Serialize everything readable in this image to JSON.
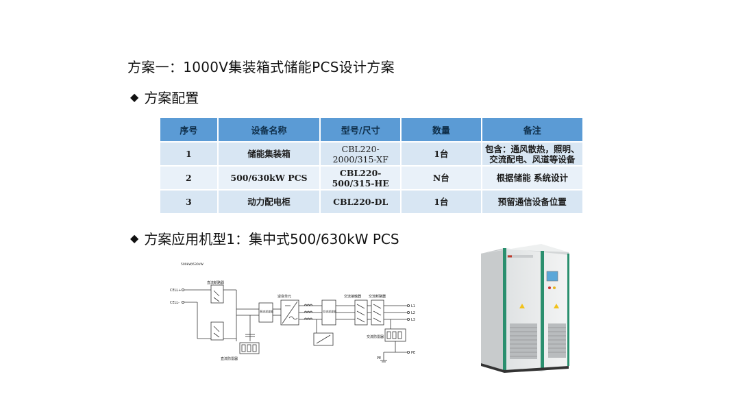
{
  "page": {
    "title": "方案一：1000V集装箱式储能PCS设计方案",
    "section1": "方案配置",
    "section2": "方案应用机型1：集中式500/630kW PCS",
    "bullet": "◆"
  },
  "table": {
    "headers": [
      "序号",
      "设备名称",
      "型号/尺寸",
      "数量",
      "备注"
    ],
    "rows": [
      [
        "1",
        "储能集装箱",
        "CBL220-2000/315-XF",
        "1台",
        "包含：通风散热，照明、交流配电、风道等设备"
      ],
      [
        "2",
        "500/630kW PCS",
        "CBL220-500/315-HE",
        "N台",
        "根据储能 系统设计"
      ],
      [
        "3",
        "动力配电柜",
        "CBL220-DL",
        "1台",
        "预留通信设备位置"
      ]
    ]
  },
  "diagram": {
    "title": "500kW/630kW",
    "cell_pos": "CELL+",
    "cell_neg": "CELL-",
    "dc_breaker": "直流断路器",
    "dc_filter": "直流滤波器",
    "inverter": "逆变单元",
    "ac_filter": "交流滤波器",
    "ac_contactor": "交流接触器",
    "ac_breaker": "交流断路器",
    "dc_spd": "直流防雷器",
    "ac_spd": "交流防雷器",
    "l1": "L1",
    "l2": "L2",
    "l3": "L3",
    "pe_left": "PE",
    "pe_right": "PE"
  },
  "colors": {
    "header_bg": "#5b9bd5",
    "row_bg": "#d8e6f3",
    "cabinet_body": "#e6e8e9",
    "cabinet_stripe": "#2a8f6e"
  }
}
